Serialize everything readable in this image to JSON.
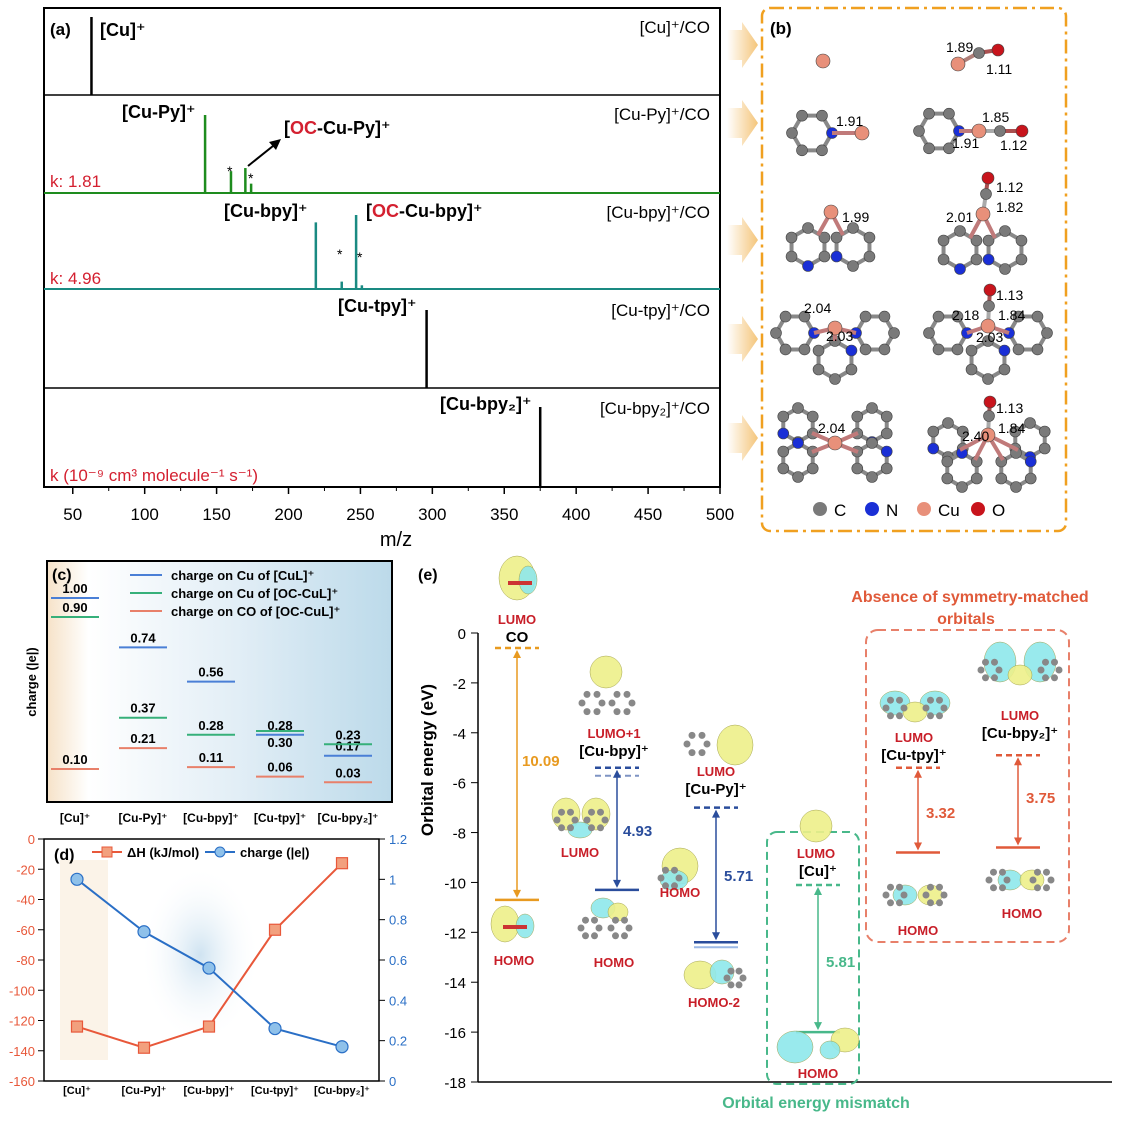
{
  "panel_labels": {
    "a": "(a)",
    "b": "(b)",
    "c": "(c)",
    "d": "(d)",
    "e": "(e)"
  },
  "panel_a": {
    "xlabel": "m/z",
    "spectra": [
      {
        "right_label": "[Cu]⁺/CO",
        "peak_label": "[Cu]⁺",
        "k_label": ""
      },
      {
        "right_label": "[Cu-Py]⁺/CO",
        "peak_label": "[Cu-Py]⁺",
        "adduct_prefix": "[",
        "adduct_oc": "OC",
        "adduct_suffix": "-Cu-Py]⁺",
        "k_label": "k: 1.81"
      },
      {
        "right_label": "[Cu-bpy]⁺/CO",
        "peak_label": "[Cu-bpy]⁺",
        "adduct_prefix": "[",
        "adduct_oc": "OC",
        "adduct_suffix": "-Cu-bpy]⁺",
        "k_label": "k: 4.96"
      },
      {
        "right_label": "[Cu-tpy]⁺/CO",
        "peak_label": "[Cu-tpy]⁺",
        "k_label": ""
      },
      {
        "right_label": "[Cu-bpy₂]⁺/CO",
        "peak_label": "[Cu-bpy₂]⁺",
        "k_label": "k (10⁻⁹ cm³ molecule⁻¹ s⁻¹)"
      }
    ],
    "star": "*"
  },
  "panel_b": {
    "bond_labels": [
      "1.89",
      "1.11",
      "1.91",
      "1.85",
      "1.91",
      "1.12",
      "1.99",
      "1.12",
      "1.82",
      "2.01",
      "2.04",
      "2.03",
      "1.13",
      "2.18",
      "1.84",
      "2.03",
      "2.04",
      "1.13",
      "2.40",
      "1.84"
    ],
    "legend": [
      {
        "label": "C",
        "color": "#7a7a7a"
      },
      {
        "label": "N",
        "color": "#1a2fd6"
      },
      {
        "label": "Cu",
        "color": "#e8907a"
      },
      {
        "label": "O",
        "color": "#c8141c"
      }
    ]
  },
  "panel_c": {
    "ylabel": "charge (|e|)",
    "legend": [
      {
        "label": "charge on Cu of [CuL]⁺",
        "color": "#4a7fd6"
      },
      {
        "label": "charge on Cu of [OC-CuL]⁺",
        "color": "#36b07a"
      },
      {
        "label": "charge on CO of [OC-CuL]⁺",
        "color": "#e8806a"
      }
    ],
    "categories": [
      "[Cu]⁺",
      "[Cu-Py]⁺",
      "[Cu-bpy]⁺",
      "[Cu-tpy]⁺",
      "[Cu-bpy₂]⁺"
    ]
  },
  "panel_d": {
    "legend_dh": "ΔH (kJ/mol)",
    "legend_charge": "charge (|e|)",
    "categories": [
      "[Cu]⁺",
      "[Cu-Py]⁺",
      "[Cu-bpy]⁺",
      "[Cu-tpy]⁺",
      "[Cu-bpy₂]⁺"
    ]
  },
  "panel_e": {
    "ylabel": "Orbital energy (eV)",
    "labels": {
      "lumo": "LUMO",
      "lumo1": "LUMO+1",
      "homo": "HOMO",
      "homo2": "HOMO-2",
      "co": "CO",
      "cubpy": "[Cu-bpy]⁺",
      "cupy": "[Cu-Py]⁺",
      "cu": "[Cu]⁺",
      "cutpy": "[Cu-tpy]⁺",
      "cubpy2": "[Cu-bpy₂]⁺"
    },
    "gaps": [
      "10.09",
      "4.93",
      "5.71",
      "5.81",
      "3.32",
      "3.75"
    ],
    "absence_title_1": "Absence of symmetry-matched",
    "absence_title_2": "orbitals",
    "mismatch_title": "Orbital energy mismatch"
  },
  "chart_data": [
    {
      "type": "line",
      "title": "(a)",
      "xlabel": "m/z",
      "xlim": [
        30,
        500
      ],
      "xticks": [
        50,
        100,
        150,
        200,
        250,
        300,
        350,
        400,
        450,
        500
      ],
      "series": [
        {
          "name": "[Cu]⁺/CO",
          "color": "#000000",
          "peaks": [
            {
              "x": 63,
              "h": 1.0
            }
          ]
        },
        {
          "name": "[Cu-Py]⁺/CO",
          "color": "#1e8c1e",
          "k": 1.81,
          "peaks": [
            {
              "x": 142,
              "h": 1.0
            },
            {
              "x": 160,
              "h": 0.28
            },
            {
              "x": 170,
              "h": 0.32
            },
            {
              "x": 174,
              "h": 0.12
            }
          ]
        },
        {
          "name": "[Cu-bpy]⁺/CO",
          "color": "#1a8a82",
          "k": 4.96,
          "peaks": [
            {
              "x": 219,
              "h": 0.9
            },
            {
              "x": 237,
              "h": 0.1
            },
            {
              "x": 247,
              "h": 1.0
            },
            {
              "x": 251,
              "h": 0.05
            }
          ]
        },
        {
          "name": "[Cu-tpy]⁺/CO",
          "color": "#000000",
          "peaks": [
            {
              "x": 296,
              "h": 1.0
            }
          ]
        },
        {
          "name": "[Cu-bpy₂]⁺/CO",
          "color": "#000000",
          "peaks": [
            {
              "x": 375,
              "h": 1.0
            }
          ]
        }
      ]
    },
    {
      "type": "line",
      "title": "(c)",
      "ylabel": "charge (|e|)",
      "categories": [
        "[Cu]⁺",
        "[Cu-Py]⁺",
        "[Cu-bpy]⁺",
        "[Cu-tpy]⁺",
        "[Cu-bpy₂]⁺"
      ],
      "series": [
        {
          "name": "charge on Cu of [CuL]⁺",
          "values": [
            1.0,
            0.74,
            0.56,
            0.28,
            0.17
          ]
        },
        {
          "name": "charge on Cu of [OC-CuL]⁺",
          "values": [
            0.9,
            0.37,
            0.28,
            0.3,
            0.23
          ]
        },
        {
          "name": "charge on CO of [OC-CuL]⁺",
          "values": [
            0.1,
            0.21,
            0.11,
            0.06,
            0.03
          ]
        }
      ]
    },
    {
      "type": "line",
      "title": "(d)",
      "categories": [
        "[Cu]⁺",
        "[Cu-Py]⁺",
        "[Cu-bpy]⁺",
        "[Cu-tpy]⁺",
        "[Cu-bpy₂]⁺"
      ],
      "ylim": [
        -160,
        0
      ],
      "y2lim": [
        0,
        1.2
      ],
      "yticks": [
        0,
        -20,
        -40,
        -60,
        -80,
        -100,
        -120,
        -140,
        -160
      ],
      "y2ticks": [
        0,
        0.2,
        0.4,
        0.6,
        0.8,
        1,
        1.2
      ],
      "series": [
        {
          "name": "ΔH (kJ/mol)",
          "axis": "left",
          "color": "#e8583a",
          "values": [
            -124,
            -138,
            -124,
            -60,
            -16
          ]
        },
        {
          "name": "charge (|e|)",
          "axis": "right",
          "color": "#2a6fc6",
          "values": [
            1.0,
            0.74,
            0.56,
            0.26,
            0.17
          ]
        }
      ]
    },
    {
      "type": "scatter",
      "title": "(e)",
      "ylabel": "Orbital energy (eV)",
      "ylim": [
        -18,
        0
      ],
      "yticks": [
        0,
        -2,
        -4,
        -6,
        -8,
        -10,
        -12,
        -14,
        -16,
        -18
      ],
      "levels": [
        {
          "system": "CO",
          "LUMO": -0.6,
          "HOMO": -10.7,
          "gap": 10.09
        },
        {
          "system": "[Cu-bpy]⁺",
          "LUMO+1": -5.4,
          "HOMO": -10.3,
          "gap": 4.93
        },
        {
          "system": "[Cu-Py]⁺",
          "LUMO": -7.0,
          "HOMO-2": -12.4,
          "gap": 5.71
        },
        {
          "system": "[Cu]⁺",
          "LUMO": -10.1,
          "HOMO": -16.0,
          "gap": 5.81
        },
        {
          "system": "[Cu-tpy]⁺",
          "LUMO": -5.4,
          "HOMO": -8.8,
          "gap": 3.32
        },
        {
          "system": "[Cu-bpy₂]⁺",
          "LUMO": -4.9,
          "HOMO": -8.6,
          "gap": 3.75
        }
      ]
    }
  ]
}
